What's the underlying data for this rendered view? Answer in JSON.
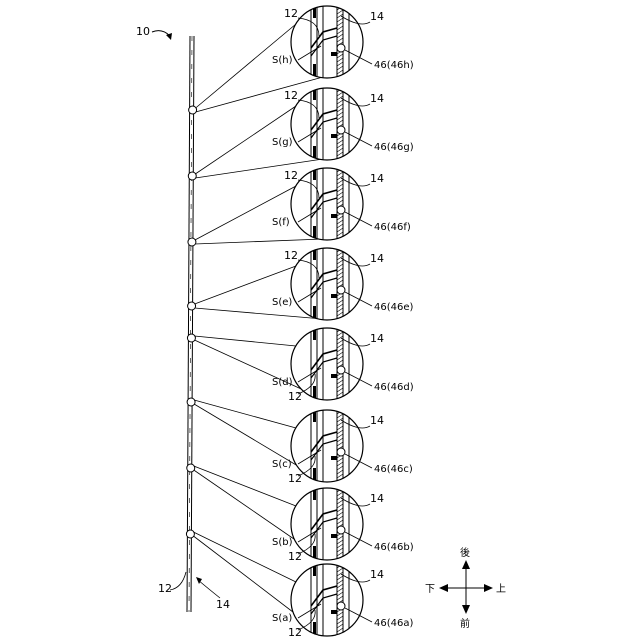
{
  "figure": {
    "assembly_ref": "10",
    "bottom_labels": {
      "left": "12",
      "right": "14"
    },
    "details": [
      {
        "sensor": "S(h)",
        "top_left": "12",
        "top_right": "14",
        "part": "46(46h)"
      },
      {
        "sensor": "S(g)",
        "top_left": "12",
        "top_right": "14",
        "part": "46(46g)"
      },
      {
        "sensor": "S(f)",
        "top_left": "12",
        "top_right": "14",
        "part": "46(46f)"
      },
      {
        "sensor": "S(e)",
        "top_left": "12",
        "top_right": "14",
        "part": "46(46e)"
      },
      {
        "sensor": "S(d)",
        "top_right": "14",
        "bottom_left": "12",
        "part": "46(46d)"
      },
      {
        "sensor": "S(c)",
        "top_right": "14",
        "bottom_left": "12",
        "part": "46(46c)"
      },
      {
        "sensor": "S(b)",
        "top_right": "14",
        "bottom_left": "12",
        "part": "46(46b)"
      },
      {
        "sensor": "S(a)",
        "top_right": "14",
        "bottom_left": "12",
        "part": "46(46a)"
      }
    ],
    "compass": {
      "up": "後",
      "down": "前",
      "left": "下",
      "right": "上"
    }
  }
}
